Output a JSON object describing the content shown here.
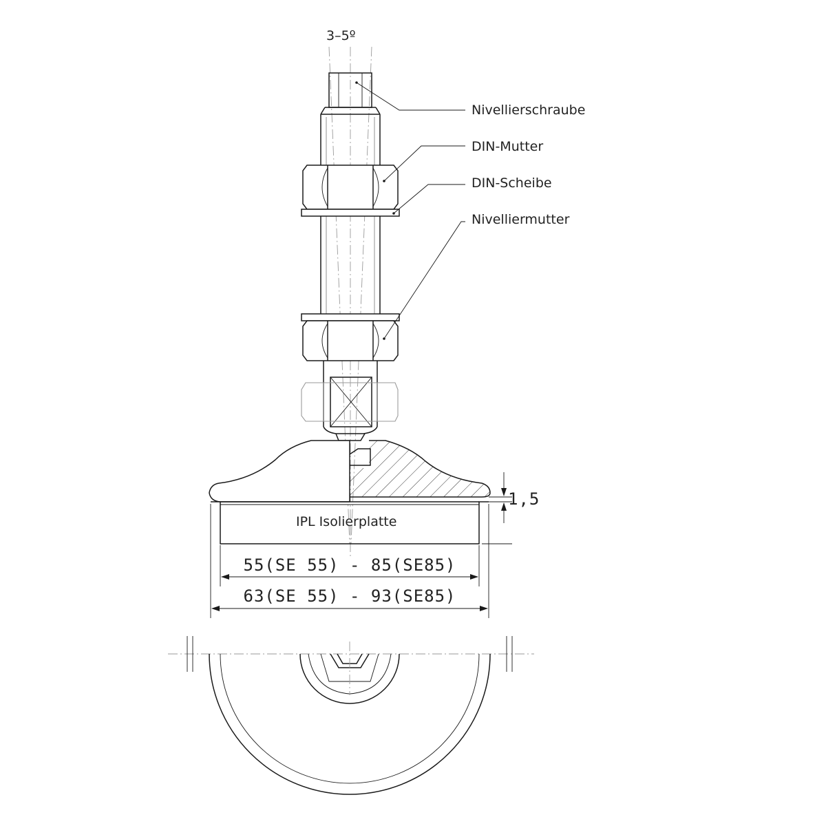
{
  "angle_label": "3–5º",
  "callouts": {
    "leveling_screw": "Nivellierschraube",
    "din_nut": "DIN-Mutter",
    "din_washer": "DIN-Scheibe",
    "leveling_nut": "Nivelliermutter"
  },
  "plate_label": "IPL Isolierplatte",
  "dimensions": {
    "thickness": "1,5",
    "inner_diameter": "55(SE 55) - 85(SE85)",
    "outer_diameter": "63(SE 55) - 93(SE85)"
  }
}
